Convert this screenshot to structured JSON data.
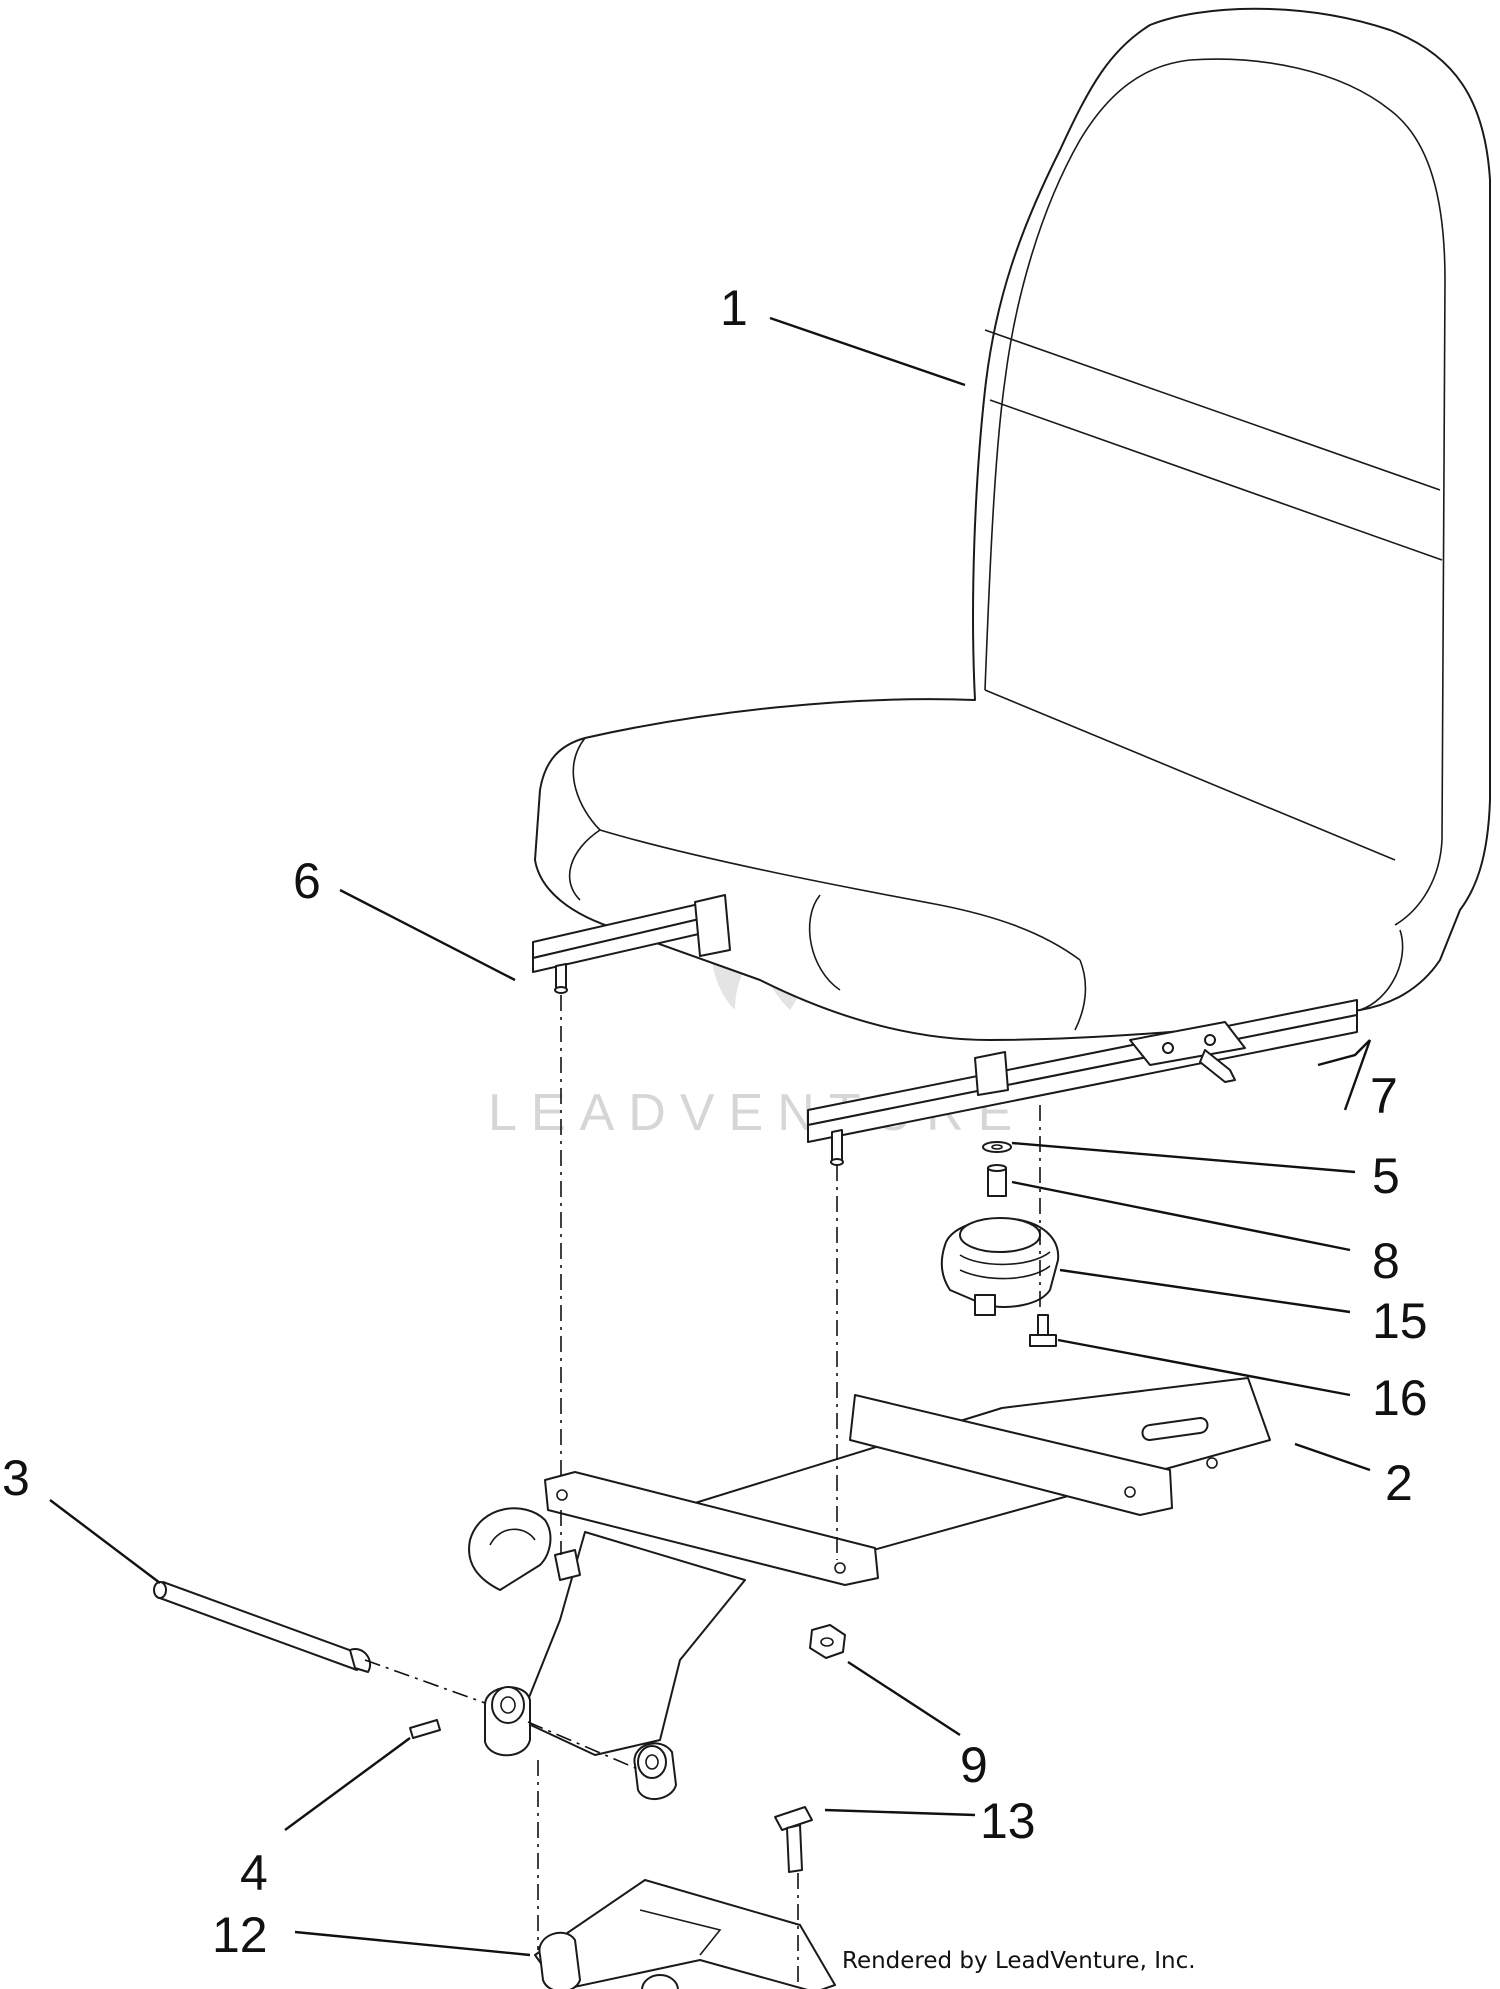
{
  "watermark": {
    "brand": "LEADVENTURE"
  },
  "credit": "Rendered by LeadVenture, Inc.",
  "callouts": [
    {
      "id": "1",
      "label": "1"
    },
    {
      "id": "6",
      "label": "6"
    },
    {
      "id": "7",
      "label": "7"
    },
    {
      "id": "5",
      "label": "5"
    },
    {
      "id": "8",
      "label": "8"
    },
    {
      "id": "15",
      "label": "15"
    },
    {
      "id": "16",
      "label": "16"
    },
    {
      "id": "2",
      "label": "2"
    },
    {
      "id": "3",
      "label": "3"
    },
    {
      "id": "9",
      "label": "9"
    },
    {
      "id": "4",
      "label": "4"
    },
    {
      "id": "13",
      "label": "13"
    },
    {
      "id": "12",
      "label": "12"
    }
  ]
}
